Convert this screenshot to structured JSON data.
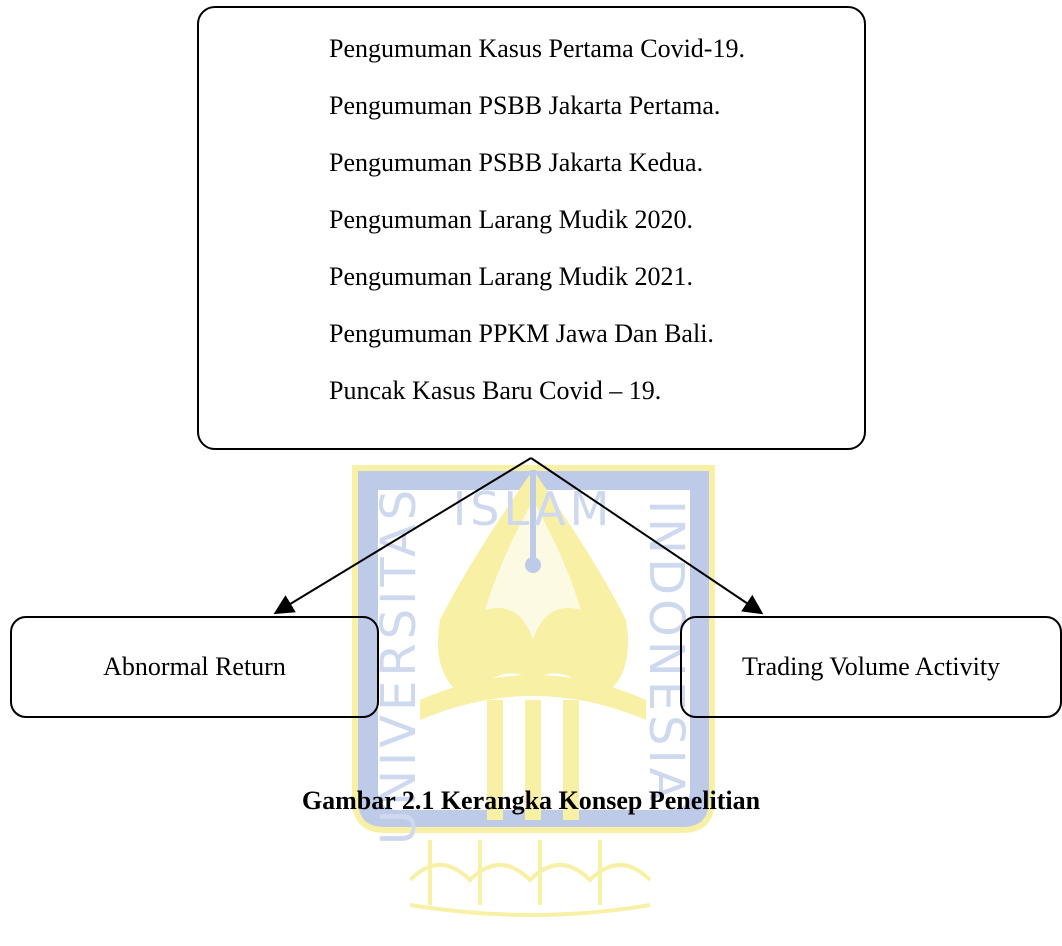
{
  "diagram": {
    "events": [
      "Pengumuman Kasus Pertama Covid-19.",
      "Pengumuman PSBB Jakarta Pertama.",
      "Pengumuman PSBB Jakarta Kedua.",
      "Pengumuman Larang Mudik 2020.",
      "Pengumuman Larang Mudik 2021.",
      "Pengumuman PPKM Jawa Dan Bali.",
      "Puncak Kasus Baru Covid – 19."
    ],
    "left_outcome": "Abnormal Return",
    "right_outcome": "Trading Volume Activity"
  },
  "caption": "Gambar 2.1 Kerangka Konsep Penelitian",
  "watermark": {
    "text_top": "ISLAM",
    "text_left": "UNIVERSITAS",
    "text_right": "INDONESIA",
    "colors": {
      "blue": "#b8c6e6",
      "yellow": "#f7ef9c"
    }
  }
}
